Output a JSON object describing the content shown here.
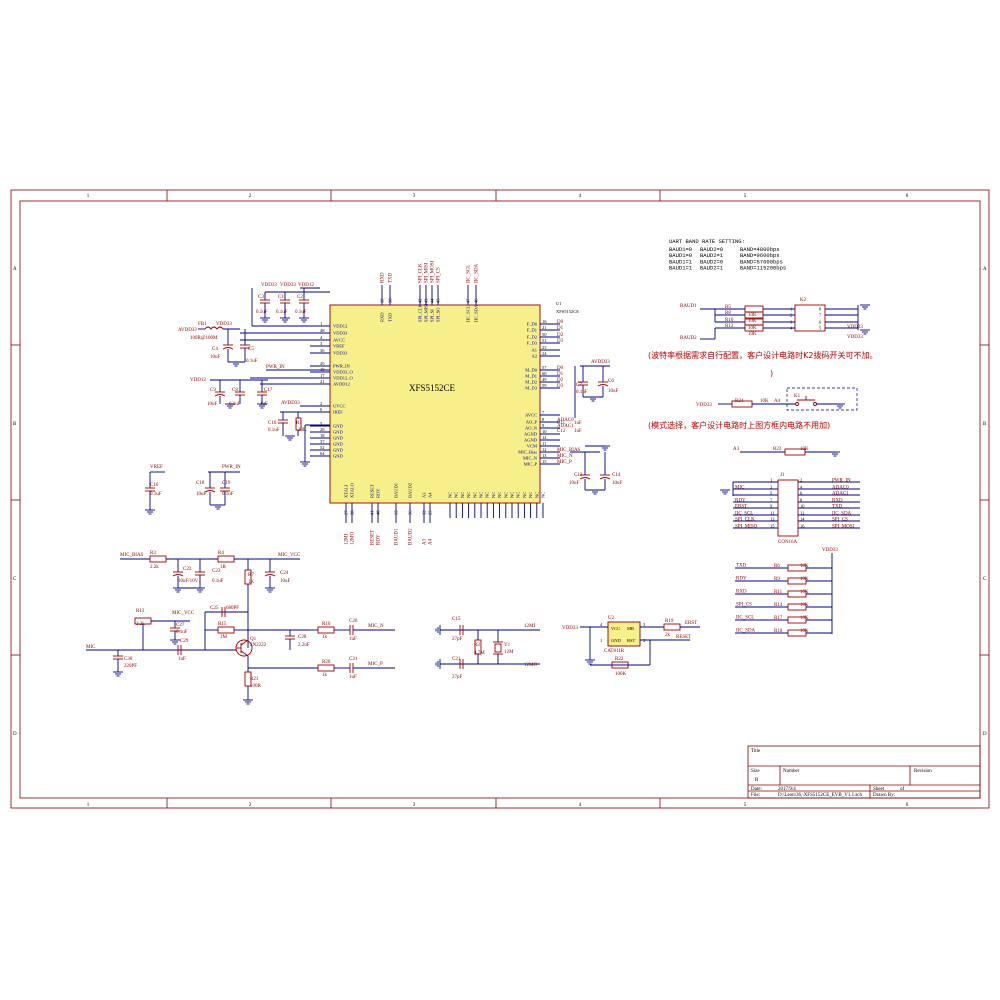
{
  "zones": {
    "cols": [
      "1",
      "2",
      "3",
      "4",
      "5",
      "6"
    ],
    "rows": [
      "A",
      "B",
      "C",
      "D"
    ]
  },
  "chip": {
    "designator": "U1",
    "part": "XFS5152CE",
    "center_label": "XFS5152CE",
    "left_pins": [
      {
        "num": "1",
        "name": "VDD12"
      },
      {
        "num": "48",
        "name": "VDD33"
      },
      {
        "num": "4",
        "name": "AVCC"
      },
      {
        "num": "3",
        "name": "VREF"
      },
      {
        "num": "36",
        "name": "VDD33"
      },
      {
        "num": "20",
        "name": "PWR_IN"
      },
      {
        "num": "19",
        "name": "VDD33_O"
      },
      {
        "num": "17",
        "name": "VDD12_O"
      },
      {
        "num": "21",
        "name": "AVDD12"
      },
      {
        "num": "2",
        "name": "UVCC"
      },
      {
        "num": "6",
        "name": "IREF"
      },
      {
        "num": "5",
        "name": "GND"
      },
      {
        "num": "26",
        "name": "GND"
      },
      {
        "num": "18",
        "name": "GND"
      },
      {
        "num": "37",
        "name": "GND"
      },
      {
        "num": "52",
        "name": "GND"
      },
      {
        "num": "64",
        "name": "GND"
      }
    ],
    "right_pins": [
      {
        "num": "16",
        "name": "F_D0",
        "net": "D0"
      },
      {
        "num": "21",
        "name": "F_D1",
        "net": "D1"
      },
      {
        "num": "50",
        "name": "F_D2",
        "net": "D2"
      },
      {
        "num": "51",
        "name": "F_D3",
        "net": "D3"
      },
      {
        "num": "23",
        "name": "A1",
        "net": ""
      },
      {
        "num": "24",
        "name": "A2",
        "net": ""
      },
      {
        "num": "57",
        "name": "M_D0",
        "net": "D0"
      },
      {
        "num": "60",
        "name": "M_D1",
        "net": "D1"
      },
      {
        "num": "49",
        "name": "M_D2",
        "net": "D2"
      },
      {
        "num": "59",
        "name": "M_D3",
        "net": "D3"
      },
      {
        "num": "7",
        "name": "AVCC",
        "net": ""
      },
      {
        "num": "8",
        "name": "AO_P",
        "net": "ADAC0"
      },
      {
        "num": "9",
        "name": "AO_N",
        "net": "ADAC1"
      },
      {
        "num": "10",
        "name": "AGND",
        "net": ""
      },
      {
        "num": "14",
        "name": "AGND",
        "net": ""
      },
      {
        "num": "11",
        "name": "VCM",
        "net": ""
      },
      {
        "num": "12",
        "name": "MIC_Bias",
        "net": "MIC_BIAS"
      },
      {
        "num": "13",
        "name": "MIC_N",
        "net": "MIC_N"
      },
      {
        "num": "15",
        "name": "MIC_P",
        "net": "MIC_P"
      }
    ],
    "top_pins": [
      {
        "num": "39",
        "name": "RXD",
        "net": "RXD"
      },
      {
        "num": "38",
        "name": "TXD",
        "net": "TXD"
      },
      {
        "num": "42",
        "name": "SPI_CLK",
        "net": "SPI_CLK"
      },
      {
        "num": "43",
        "name": "SPI_MISI",
        "net": "SPI_MISI"
      },
      {
        "num": "44",
        "name": "SPI_SI",
        "net": "SPI_MOSI"
      },
      {
        "num": "45",
        "name": "SPI_SO",
        "net": "SPI_CS"
      },
      {
        "num": "47",
        "name": "IIC_SCL",
        "net": "IIC_SCL"
      },
      {
        "num": "46",
        "name": "IIC_SDA",
        "net": "IIC_SDA"
      }
    ],
    "bottom_pins": [
      {
        "num": "27",
        "name": "XTALI",
        "net": "12MI"
      },
      {
        "num": "28",
        "name": "XTALO",
        "net": "12MO"
      },
      {
        "num": "41",
        "name": "RESET",
        "net": "RESET"
      },
      {
        "num": "40",
        "name": "RDY",
        "net": "RDY"
      },
      {
        "num": "55",
        "name": "BAUD1",
        "net": "BAUD1"
      },
      {
        "num": "56",
        "name": "BAUD2",
        "net": "BAUD2"
      },
      {
        "num": "32",
        "name": "A3",
        "net": "A3"
      },
      {
        "num": "25",
        "name": "A4",
        "net": "A4"
      }
    ],
    "nc_label": "NC",
    "nc_count": 16
  },
  "power_components": [
    {
      "ref": "C3",
      "value": "0.1uF"
    },
    {
      "ref": "C1",
      "value": "0.1uF"
    },
    {
      "ref": "C2",
      "value": "0.1uF"
    },
    {
      "ref": "FB1",
      "value": "100R@100M"
    },
    {
      "ref": "C4",
      "value": "10uF"
    },
    {
      "ref": "C5",
      "value": "0.1uF"
    },
    {
      "ref": "C9",
      "value": "10uF"
    },
    {
      "ref": "C8",
      "value": "0.1uF"
    },
    {
      "ref": "C17",
      "value": "1uF"
    },
    {
      "ref": "C10",
      "value": "0.1uF"
    },
    {
      "ref": "R1",
      "value": "30K"
    },
    {
      "ref": "C16",
      "value": "0.1uF"
    },
    {
      "ref": "C18",
      "value": "10uF"
    },
    {
      "ref": "C19",
      "value": "0.1uF"
    },
    {
      "ref": "C7",
      "value": "0.1uF"
    },
    {
      "ref": "C6",
      "value": "10uF"
    },
    {
      "ref": "C11",
      "value": "1uF"
    },
    {
      "ref": "C12",
      "value": "1uF"
    },
    {
      "ref": "C13",
      "value": "10uF"
    },
    {
      "ref": "C14",
      "value": "10uF"
    }
  ],
  "power_nets": [
    "VDD33",
    "VDD12",
    "AVDD33",
    "AVDD12",
    "VREF",
    "PWR_IN"
  ],
  "uart_table": {
    "title": "UART BAND RATE SETTING:",
    "rows": [
      {
        "b1": "BAUD1=0",
        "b2": "BAUD2=0",
        "band": "BAND=4800bps"
      },
      {
        "b1": "BAUD1=0",
        "b2": "BAUD2=1",
        "band": "BAND=9600bps"
      },
      {
        "b1": "BAUD1=1",
        "b2": "BAUD2=0",
        "band": "BAND=57600bps"
      },
      {
        "b1": "BAUD1=1",
        "b2": "BAUD2=1",
        "band": "BAND=115200bps"
      }
    ]
  },
  "baud_switch": {
    "ref": "K2",
    "resistors": [
      {
        "ref": "R5",
        "value": "10K"
      },
      {
        "ref": "R8",
        "value": "10K"
      },
      {
        "ref": "R10",
        "value": "10K"
      },
      {
        "ref": "R12",
        "value": "10K"
      }
    ],
    "nets": [
      "BAUD1",
      "BAUD2"
    ],
    "vdd": "VDD33"
  },
  "note_baud": "(波特率根据需求自行配置，客户设计电路时K2拨码开关可不加。",
  "note_baud_close": ")",
  "mode_switch": {
    "ref": "K1",
    "r_ref": "R24",
    "r_value": "10K",
    "net": "A4",
    "vdd": "VDD33"
  },
  "note_mode": "(模式选择，客户设计电路时上图方框内电路不用加)",
  "a3_pull": {
    "net": "A3",
    "ref": "R23",
    "value": "10K"
  },
  "connector": {
    "ref": "J1",
    "part": "CON16A",
    "left": [
      {
        "num": "1",
        "net": ""
      },
      {
        "num": "3",
        "net": "MIC"
      },
      {
        "num": "5",
        "net": ""
      },
      {
        "num": "7",
        "net": "RDY"
      },
      {
        "num": "9",
        "net": "ERST"
      },
      {
        "num": "11",
        "net": "IIC_SCL"
      },
      {
        "num": "13",
        "net": "SPI_CLK"
      },
      {
        "num": "15",
        "net": "SPI_MISO"
      }
    ],
    "right": [
      {
        "num": "2",
        "net": "PWR_IN"
      },
      {
        "num": "4",
        "net": "ADAC0"
      },
      {
        "num": "6",
        "net": "ADAC1"
      },
      {
        "num": "8",
        "net": "RXD"
      },
      {
        "num": "10",
        "net": "TXD"
      },
      {
        "num": "12",
        "net": "IIC_SDA"
      },
      {
        "num": "14",
        "net": "SPI_CS"
      },
      {
        "num": "16",
        "net": "SPI_MOSI"
      }
    ]
  },
  "pullups": {
    "vdd": "VDD33",
    "items": [
      {
        "net": "TXD",
        "ref": "R6",
        "value": "10K"
      },
      {
        "net": "RDY",
        "ref": "R9",
        "value": "10K"
      },
      {
        "net": "RXD",
        "ref": "R11",
        "value": "10K"
      },
      {
        "net": "SPI_CS",
        "ref": "R14",
        "value": "10K"
      },
      {
        "net": "IIC_SCL",
        "ref": "R17",
        "value": "10K"
      },
      {
        "net": "IIC_SDA",
        "ref": "R18",
        "value": "10K"
      }
    ]
  },
  "mic_circuit": {
    "nets": {
      "mic_bias": "MIC_BIAS",
      "mic_vcc": "MIC_VCC",
      "mic": "MIC",
      "mic_n": "MIC_N",
      "mic_p": "MIC_P"
    },
    "parts": [
      {
        "ref": "R3",
        "value": "2.2k"
      },
      {
        "ref": "R4",
        "value": "1R"
      },
      {
        "ref": "C22",
        "value": "10uF/10V"
      },
      {
        "ref": "C23",
        "value": "0.1uF"
      },
      {
        "ref": "R7",
        "value": "1K"
      },
      {
        "ref": "C24",
        "value": "10uF"
      },
      {
        "ref": "C25",
        "value": "680PF"
      },
      {
        "ref": "R13",
        "value": "2.2k"
      },
      {
        "ref": "C27",
        "value": "0.1uF"
      },
      {
        "ref": "R15",
        "value": "1M"
      },
      {
        "ref": "Q1",
        "value": "2N2222"
      },
      {
        "ref": "C28",
        "value": "2.2uF"
      },
      {
        "ref": "C29",
        "value": "1uF"
      },
      {
        "ref": "C30",
        "value": "220PF"
      },
      {
        "ref": "R21",
        "value": "100R"
      },
      {
        "ref": "R16",
        "value": "1k"
      },
      {
        "ref": "C26",
        "value": "1uF"
      },
      {
        "ref": "R20",
        "value": "1k"
      },
      {
        "ref": "C31",
        "value": "1uF"
      }
    ]
  },
  "crystal": {
    "parts": [
      {
        "ref": "C15",
        "value": "27pF"
      },
      {
        "ref": "C21",
        "value": "27pF"
      },
      {
        "ref": "R2",
        "value": "4.7M"
      },
      {
        "ref": "Y1",
        "value": "12M"
      }
    ],
    "nets": [
      "12MI",
      "12MO"
    ]
  },
  "reset_ic": {
    "ref": "U2",
    "part": "CAT811R",
    "pins": {
      "vcc": "VCC",
      "mr": "MR",
      "gnd": "GND",
      "rst": "RST"
    },
    "pin_nums": [
      "4",
      "3",
      "1",
      "2"
    ],
    "parts": [
      {
        "ref": "R19",
        "value": "2k"
      },
      {
        "ref": "R22",
        "value": "100K"
      }
    ],
    "nets": {
      "vdd": "VDD33",
      "erst": "ERST",
      "reset": "RESET"
    }
  },
  "title_block": {
    "title_label": "Title",
    "size_label": "Size",
    "size_value": "B",
    "number_label": "Number",
    "revision_label": "Revision",
    "date_label": "Date:",
    "date_value": "2017/9/4",
    "file_label": "File:",
    "file_value": "D:\\Leon\\36,\\XFS5152CE_EVB_V1.1.sch",
    "sheet_label": "Sheet",
    "sheet_of": "of",
    "drawn_label": "Drawn By:"
  }
}
